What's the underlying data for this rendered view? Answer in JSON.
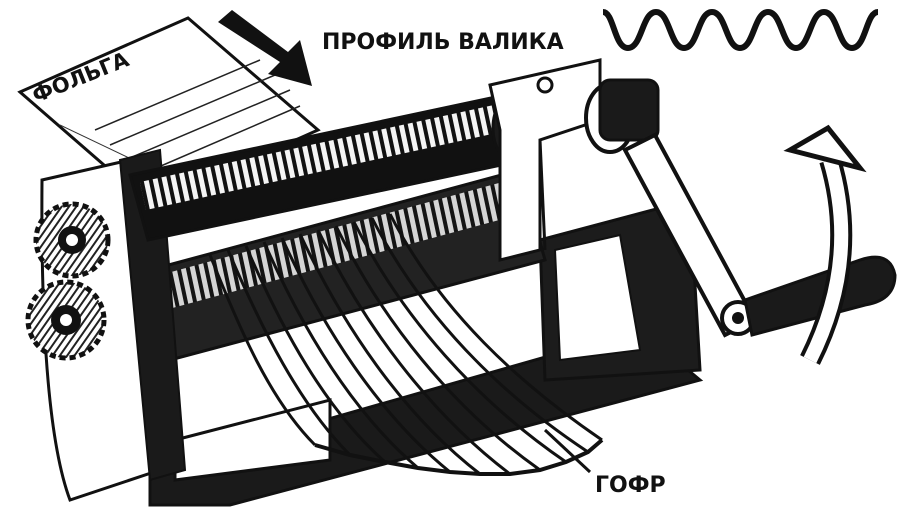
{
  "labels": {
    "foil": "ФОЛЬГА",
    "roller_profile": "ПРОФИЛЬ ВАЛИКА",
    "corrugation": "ГОФР"
  },
  "colors": {
    "ink": "#111111",
    "paper": "#ffffff",
    "shade": "#2a2a2a"
  }
}
